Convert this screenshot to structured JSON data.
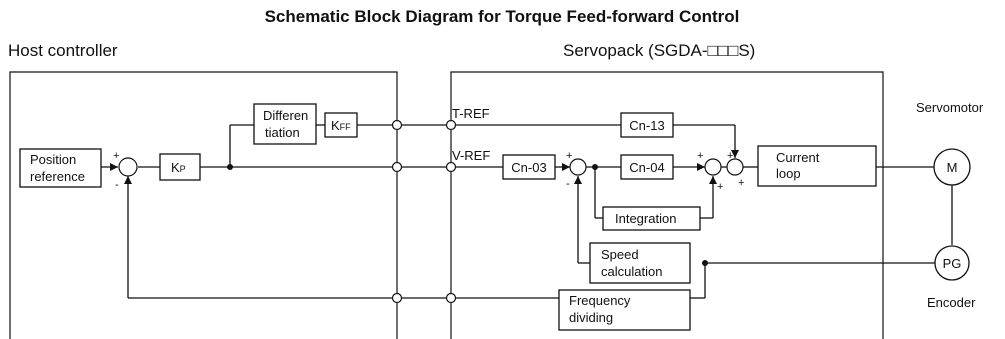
{
  "title": "Schematic Block Diagram for Torque Feed-forward Control",
  "regions": {
    "host": "Host controller",
    "servopack": "Servopack (SGDA-□□□S)"
  },
  "blocks": {
    "position_reference": [
      "Position",
      "reference"
    ],
    "kp": {
      "main": "K",
      "sub": "P"
    },
    "differentiation": [
      "Differen",
      "tiation"
    ],
    "kff": {
      "main": "K",
      "sub": "FF"
    },
    "cn13": "Cn-13",
    "cn03": "Cn-03",
    "cn04": "Cn-04",
    "current_loop": [
      "Current",
      "loop"
    ],
    "integration": "Integration",
    "speed_calculation": [
      "Speed",
      "calculation"
    ],
    "frequency_dividing": [
      "Frequency",
      "dividing"
    ],
    "motor": "M",
    "encoder_pg": "PG"
  },
  "signals": {
    "t_ref": "T-REF",
    "v_ref": "V-REF"
  },
  "side_labels": {
    "servomotor": "Servomotor",
    "encoder": "Encoder"
  },
  "signs": {
    "plus": "+",
    "minus": "-"
  }
}
